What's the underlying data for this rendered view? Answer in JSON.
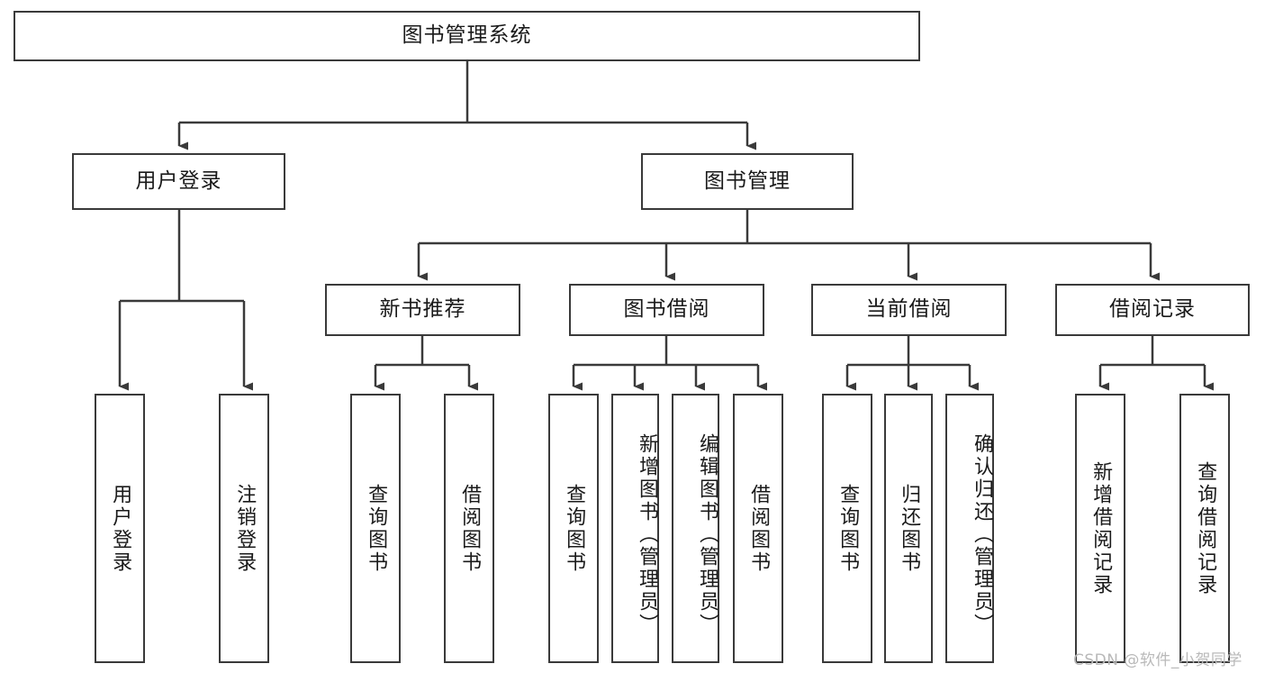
{
  "diagram": {
    "title": "图书管理系统",
    "type": "tree-hierarchy-diagram",
    "colors": {
      "box_border": "#3a3a3a",
      "box_fill": "#ffffff",
      "line": "#3a3a3a",
      "text": "#1a1a1a",
      "watermark": "#b9b9b9",
      "background": "#ffffff"
    },
    "root": {
      "label": "图书管理系统"
    },
    "level2": [
      {
        "label": "用户登录"
      },
      {
        "label": "图书管理"
      }
    ],
    "level3": [
      {
        "label": "新书推荐"
      },
      {
        "label": "图书借阅"
      },
      {
        "label": "当前借阅"
      },
      {
        "label": "借阅记录"
      }
    ],
    "leaves": {
      "user_login": [
        {
          "label": "用户登录"
        },
        {
          "label": "注销登录"
        }
      ],
      "new_book_recommend": [
        {
          "label": "查询图书"
        },
        {
          "label": "借阅图书"
        }
      ],
      "book_borrow": [
        {
          "label": "查询图书"
        },
        {
          "label": "新增图书（管理员）"
        },
        {
          "label": "编辑图书（管理员）"
        },
        {
          "label": "借阅图书"
        }
      ],
      "current_borrow": [
        {
          "label": "查询图书"
        },
        {
          "label": "归还图书"
        },
        {
          "label": "确认归还（管理员）"
        }
      ],
      "borrow_records": [
        {
          "label": "新增借阅记录"
        },
        {
          "label": "查询借阅记录"
        }
      ]
    }
  },
  "watermark": {
    "text": "CSDN @软件_小贺同学"
  }
}
